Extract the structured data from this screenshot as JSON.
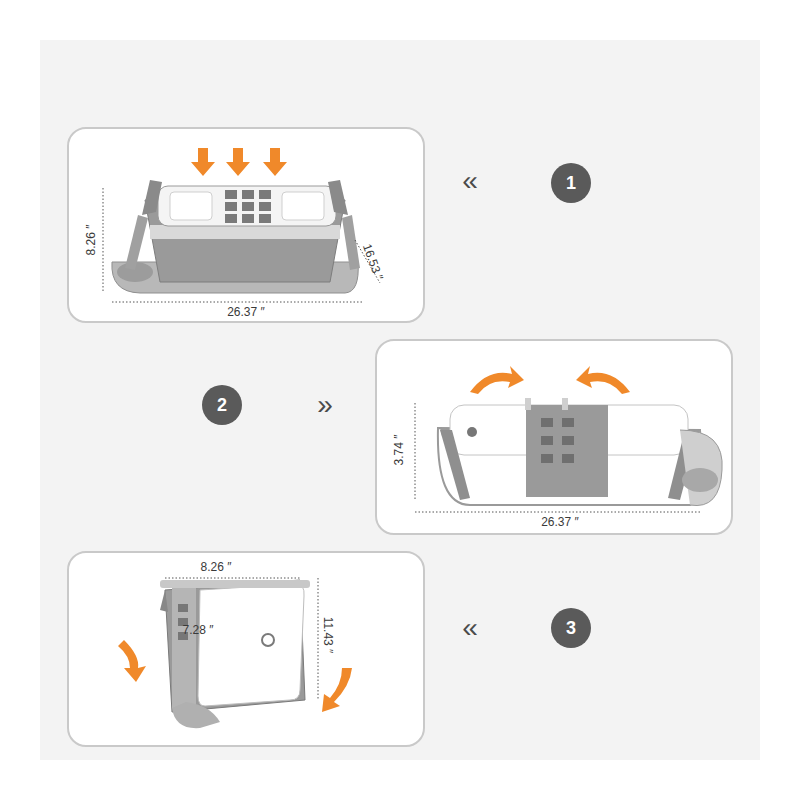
{
  "diagram": {
    "nodes": [
      {
        "text": [
          "1"
        ]
      },
      {
        "text": [
          "2"
        ]
      },
      {
        "text": [
          "3"
        ]
      }
    ],
    "labels": [
      "8.26 ″",
      "16.53 ″",
      "26.37 ″",
      "«",
      "»",
      "3.74 ″",
      "26.37 ″",
      "8.26 ″",
      "7.28 ″",
      "11.43 ″",
      "«"
    ]
  }
}
